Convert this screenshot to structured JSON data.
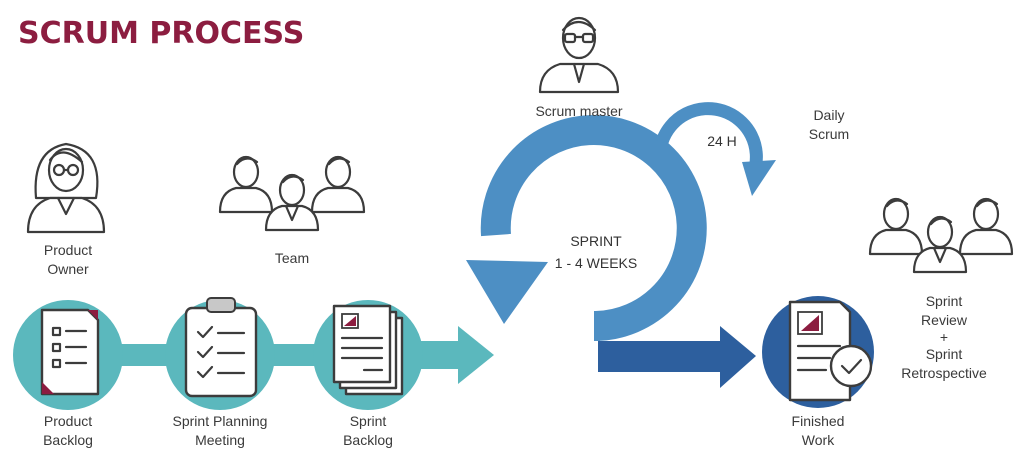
{
  "title": "SCRUM PROCESS",
  "colors": {
    "title": "#8c1d40",
    "teal": "#5bb8bd",
    "blue": "#4d8fc4",
    "dark_blue": "#2d5f9e",
    "accent": "#8c1d40",
    "stroke": "#3c3c3c"
  },
  "roles": {
    "product_owner": {
      "label_line1": "Product",
      "label_line2": "Owner",
      "icon": "woman-icon"
    },
    "team": {
      "label": "Team",
      "icon": "team-icon"
    },
    "scrum_master": {
      "label": "Scrum master",
      "icon": "man-glasses-icon"
    }
  },
  "sprint": {
    "line1": "SPRINT",
    "line2": "1 - 4 WEEKS"
  },
  "daily": {
    "cycle": "24 H",
    "label_line1": "Daily",
    "label_line2": "Scrum"
  },
  "review": {
    "line1": "Sprint",
    "line2": "Review",
    "line3": "+",
    "line4": "Sprint",
    "line5": "Retrospective"
  },
  "stages": [
    {
      "line1": "Product",
      "line2": "Backlog",
      "icon": "list-document-icon"
    },
    {
      "line1": "Sprint Planning",
      "line2": "Meeting",
      "icon": "clipboard-checklist-icon"
    },
    {
      "line1": "Sprint",
      "line2": "Backlog",
      "icon": "stacked-documents-icon"
    },
    {
      "line1": "Finished",
      "line2": "Work",
      "icon": "document-check-icon"
    }
  ]
}
